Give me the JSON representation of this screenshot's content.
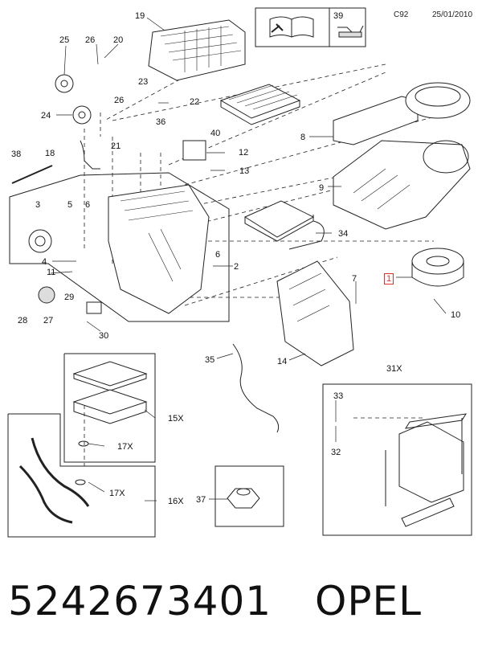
{
  "header": {
    "code": "C92",
    "date": "25/01/2010",
    "ref": "39"
  },
  "callouts": [
    "19",
    "25",
    "26",
    "20",
    "23",
    "26",
    "22",
    "24",
    "40",
    "36",
    "21",
    "12",
    "13",
    "8",
    "38",
    "18",
    "9",
    "3",
    "5",
    "6",
    "34",
    "4",
    "6",
    "2",
    "1",
    "7",
    "10",
    "11",
    "28",
    "27",
    "29",
    "30",
    "35",
    "14",
    "31X",
    "33",
    "32",
    "15X",
    "17X",
    "17X",
    "16X",
    "37"
  ],
  "footer": {
    "part_number": "5242673401",
    "brand": "OPEL"
  },
  "colors": {
    "selected": "#d33333"
  }
}
